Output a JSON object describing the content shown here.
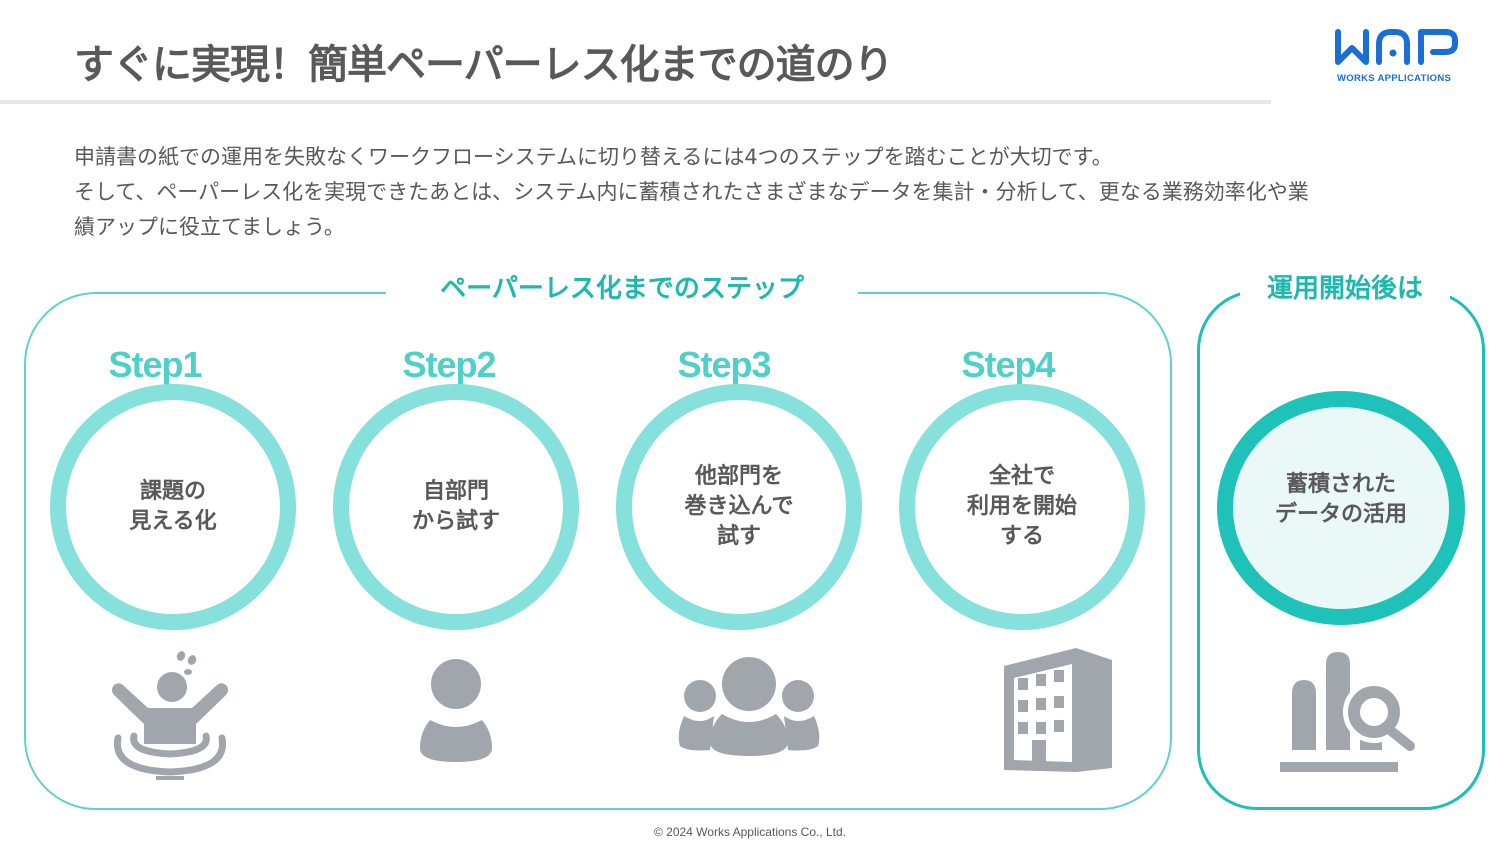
{
  "header": {
    "title": "すぐに実現！簡単ペーパーレス化までの道のり",
    "logo": {
      "mark": "WAP",
      "company": "WORKS APPLICATIONS",
      "color": "#1a6fd4"
    }
  },
  "intro": {
    "lines": [
      "申請書の紙での運用を失敗なくワークフローシステムに切り替えるには4つのステップを踏むことが大切です。",
      "そして、ペーパーレス化を実現できたあとは、システム内に蓄積されたさまざまなデータを集計・分析して、更なる業務効率化や業",
      "績アップに役立てましょう。"
    ]
  },
  "steps_panel": {
    "label": "ペーパーレス化までのステップ",
    "steps": [
      {
        "title": "Step1",
        "text": "課題の\n見える化",
        "icon": "drowning-person-icon"
      },
      {
        "title": "Step2",
        "text": "自部門\nから試す",
        "icon": "person-icon"
      },
      {
        "title": "Step3",
        "text": "他部門を\n巻き込んで\n試す",
        "icon": "group-icon"
      },
      {
        "title": "Step4",
        "text": "全社で\n利用を開始\nする",
        "icon": "building-icon"
      }
    ]
  },
  "after_panel": {
    "label": "運用開始後は",
    "text": "蓄積された\nデータの活用",
    "icon": "chart-analysis-icon"
  },
  "colors": {
    "accent": "#1fb8ad",
    "step_ring": "#86e0db",
    "after_ring": "#1fc2b8",
    "icon_gray": "#a0a6ab",
    "text": "#595959"
  },
  "footer": {
    "copyright": "© 2024 Works Applications Co., Ltd."
  }
}
